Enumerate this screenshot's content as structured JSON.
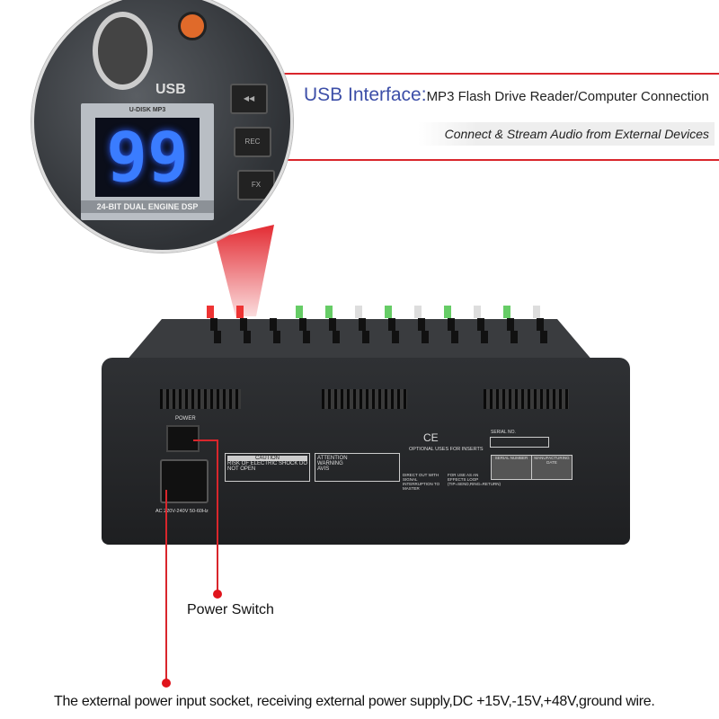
{
  "feature": {
    "title": "USB Interface:",
    "subtitle": "MP3 Flash Drive Reader/Computer Connection",
    "tagline": "Connect & Stream Audio from External Devices"
  },
  "magnifier": {
    "display_value": "99",
    "display_label_top": "U-DISK MP3",
    "display_label_bottom": "24-BIT DUAL ENGINE DSP",
    "usb_label": "USB",
    "buttons": [
      "REC",
      "FX"
    ]
  },
  "rear_panel": {
    "power_label": "POWER",
    "voltage_label": "AC 220V-240V 50-60Hz",
    "caution_label": "CAUTION",
    "caution_text": "RISK OF ELECTRIC SHOCK DO NOT OPEN",
    "attention_label": "ATTENTION",
    "warning_label": "WARNING",
    "avis_label": "AVIS",
    "inserts_label": "OPTIONAL USES FOR INSERTS",
    "insert_note_1": "DIRECT OUT WITH SIGNAL INTERRUPTION TO MASTER",
    "insert_note_2": "FOR USE AS AN EFFECTS LOOP (TIP=SEND,RING=RETURN)",
    "serial_label": "SERIAL NO.",
    "serial_number_header": "SERIAL NUMBER",
    "manufacturing_date_header": "MANUFACTURING DATE",
    "ce_mark": "CE"
  },
  "callouts": {
    "power_switch": "Power Switch",
    "power_socket": "The  external power input socket, receiving external power supply,DC +15V,-15V,+48V,ground wire."
  },
  "colors": {
    "accent_red": "#d9262c",
    "title_blue": "#3d4fa8",
    "display_blue": "#3a7cff"
  }
}
